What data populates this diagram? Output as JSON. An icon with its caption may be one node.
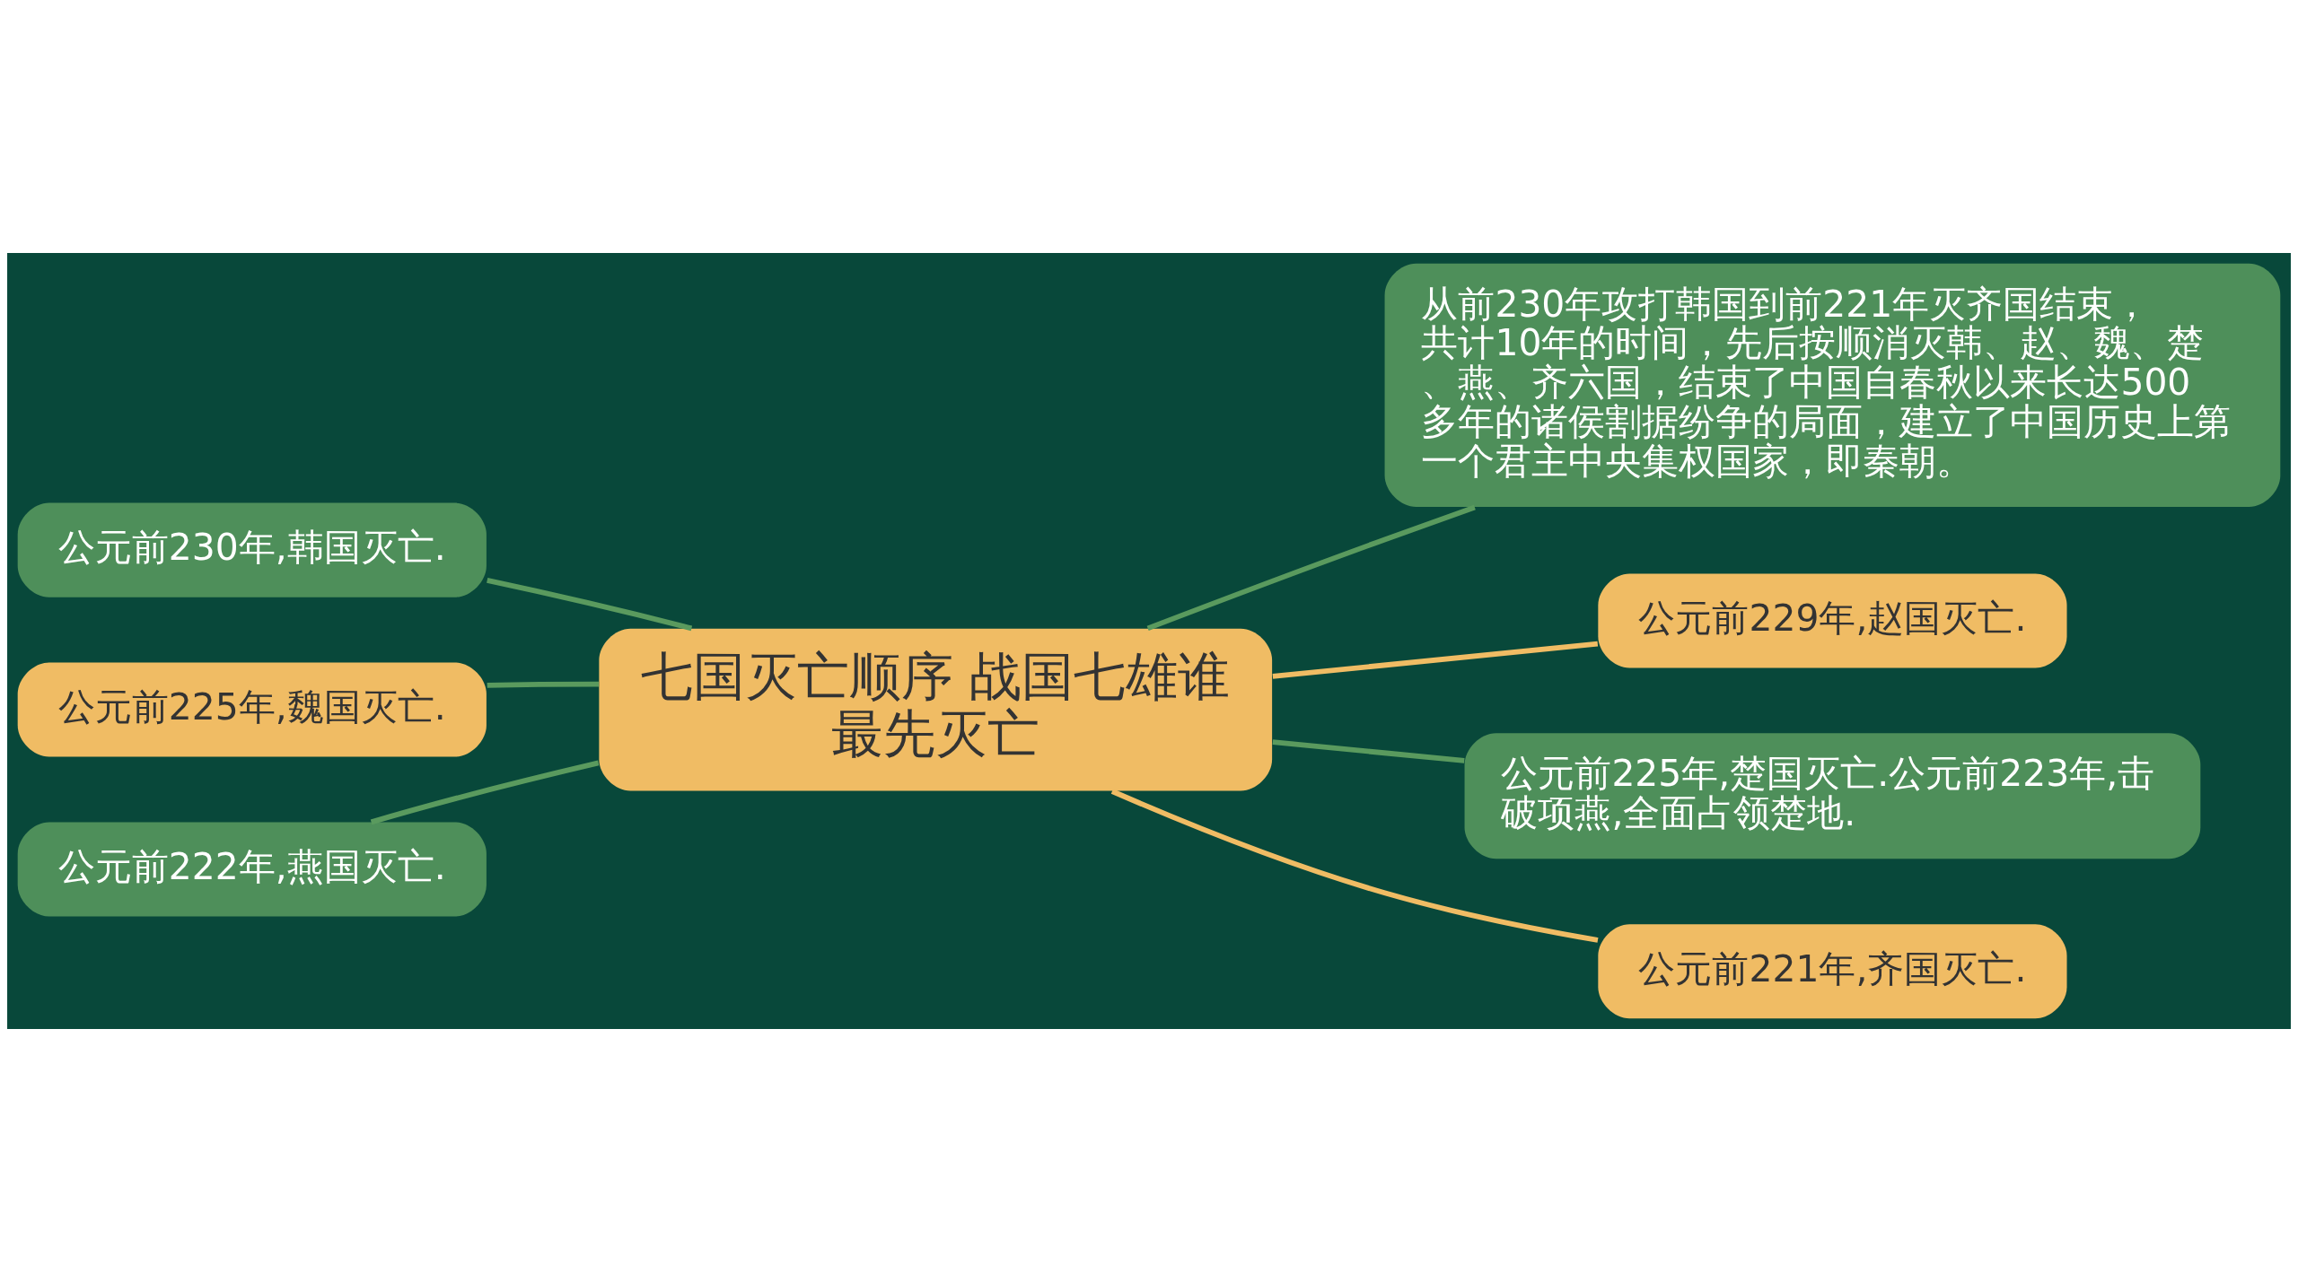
{
  "diagram": {
    "nodes": [
      {
        "text": [
          "七国灭亡顺序 战国七雄谁最先灭亡"
        ]
      },
      {
        "text": [
          "公元前230年,韩国灭亡."
        ]
      },
      {
        "text": [
          "公元前225年,魏国灭亡."
        ]
      },
      {
        "text": [
          "公元前222年,燕国灭亡."
        ]
      },
      {
        "text": [
          "从前230年攻打韩国到前221年灭齐国结束，共计10年的时间，先后按顺消灭韩、赵、魏、楚、燕、齐六国，结束了中国自春秋以来长达500多年的诸侯割据纷争的局面，建立了中国历史上第一个君主中央集权国家，即秦朝。"
        ]
      },
      {
        "text": [
          "公元前229年,赵国灭亡."
        ]
      },
      {
        "text": [
          "公元前225年,楚国灭亡.公元前223年,击破项燕,全面占领楚地."
        ]
      },
      {
        "text": [
          "公元前221年,齐国灭亡."
        ]
      }
    ],
    "edges": [
      {
        "from": 0,
        "to": 1,
        "arrow": "none"
      },
      {
        "from": 0,
        "to": 2,
        "arrow": "none"
      },
      {
        "from": 0,
        "to": 3,
        "arrow": "none"
      },
      {
        "from": 0,
        "to": 4,
        "arrow": "none"
      },
      {
        "from": 0,
        "to": 5,
        "arrow": "none",
        "color": "#f0bc64"
      },
      {
        "from": 0,
        "to": 6,
        "arrow": "none"
      },
      {
        "from": 0,
        "to": 7,
        "arrow": "none",
        "color": "#f0bc64"
      }
    ]
  }
}
